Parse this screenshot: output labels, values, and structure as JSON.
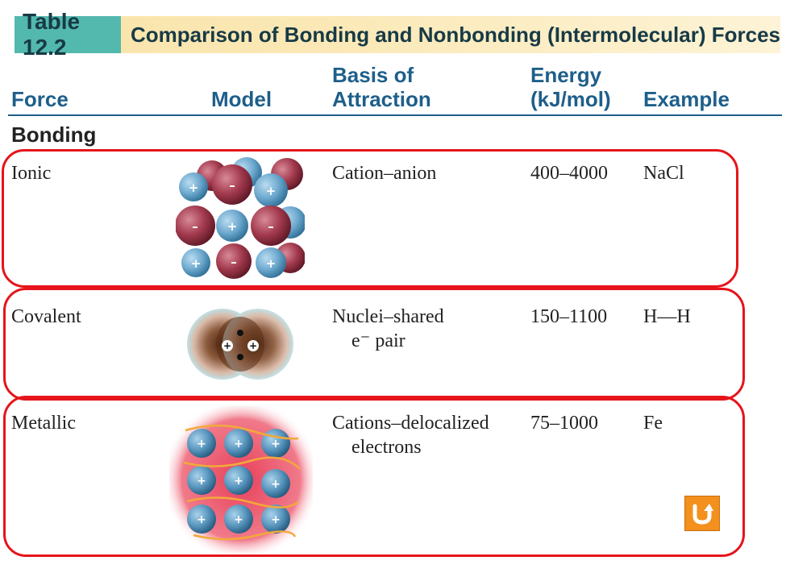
{
  "header": {
    "table_number": "Table 12.2",
    "title": "Comparison of Bonding and Nonbonding (Intermolecular) Forces"
  },
  "columns": {
    "force": "Force",
    "model": "Model",
    "basis_line1": "Basis of",
    "basis_line2": "Attraction",
    "energy_line1": "Energy",
    "energy_line2": "(kJ/mol)",
    "example": "Example"
  },
  "section_label": "Bonding",
  "rows": [
    {
      "force": "Ionic",
      "basis_line1": "Cation–anion",
      "basis_line2": "",
      "energy": "400–4000",
      "example": "NaCl"
    },
    {
      "force": "Covalent",
      "basis_line1": "Nuclei–shared",
      "basis_line2": "e⁻ pair",
      "energy": "150–1100",
      "example": "H—H"
    },
    {
      "force": "Metallic",
      "basis_line1": "Cations–delocalized",
      "basis_line2": "electrons",
      "energy": "75–1000",
      "example": "Fe"
    }
  ],
  "colors": {
    "highlight_border": "#e6141b",
    "header_text": "#1e5f8a",
    "title_tab": "#53b8ae",
    "title_band": "#fbe9b8",
    "cation": "#6ea9cf",
    "anion": "#a33a4e",
    "back_button": "#f3901e"
  },
  "icons": {
    "back_button": "return-arrow-icon"
  }
}
